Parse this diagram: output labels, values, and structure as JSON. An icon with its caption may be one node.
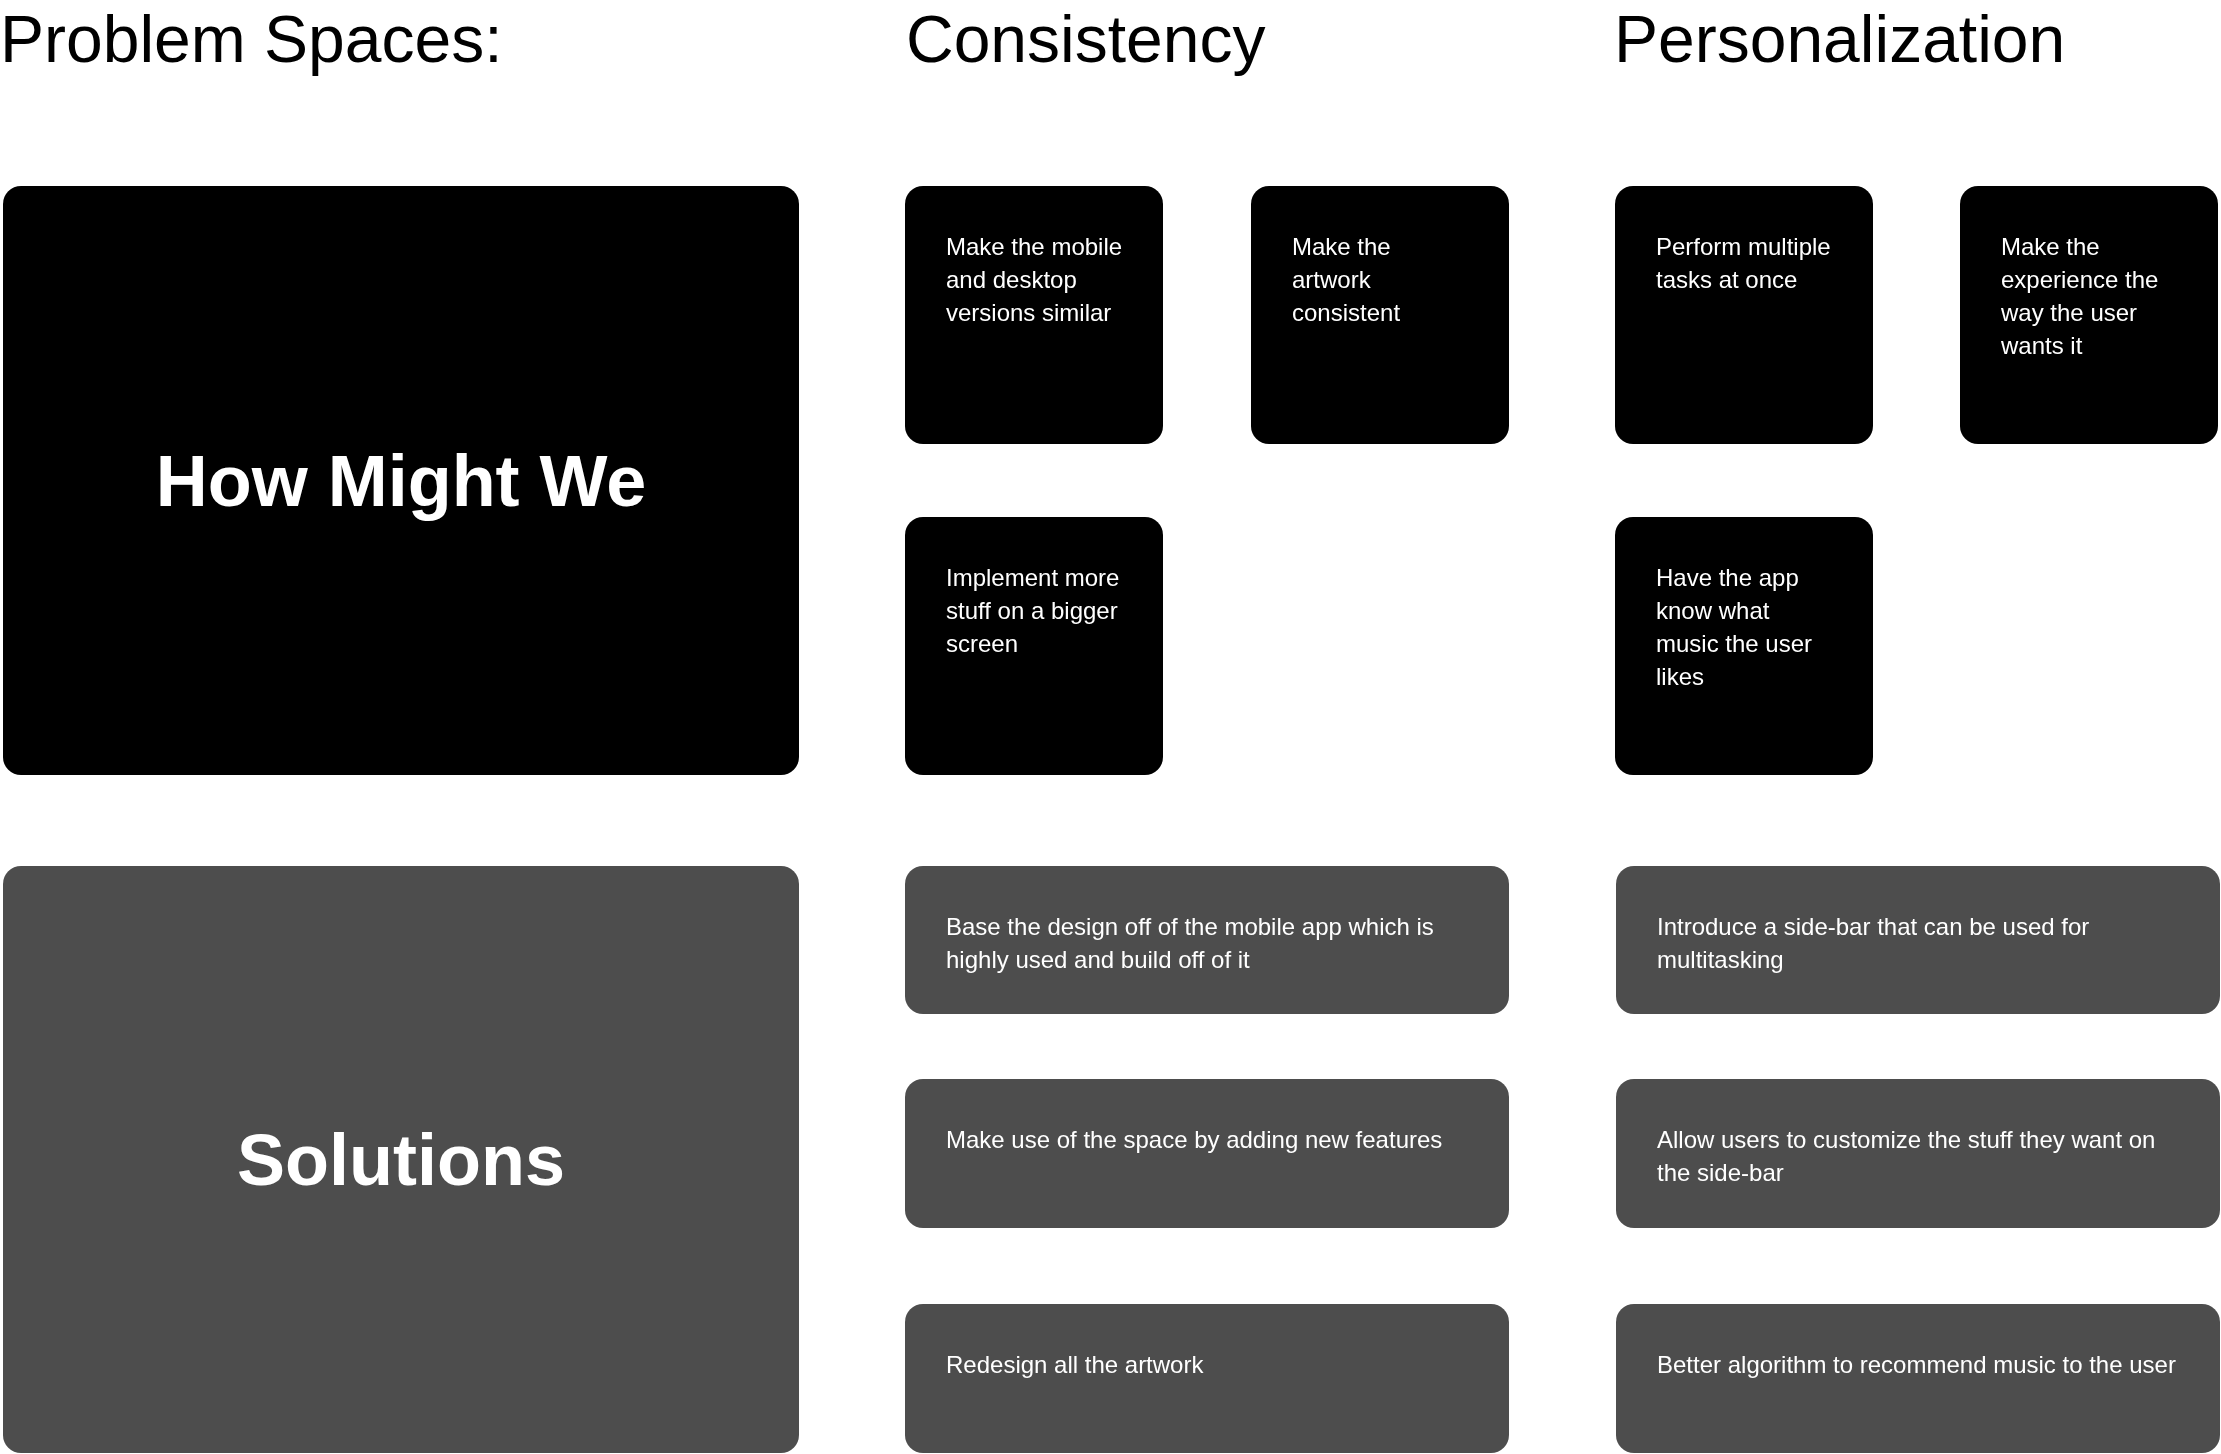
{
  "diagram": {
    "nodes": [
      {
        "text": [
          "How Might We"
        ]
      },
      {
        "text": [
          "Make the mobile and desktop versions similar"
        ]
      },
      {
        "text": [
          "Make the artwork consistent"
        ]
      },
      {
        "text": [
          "Perform multiple tasks at once"
        ]
      },
      {
        "text": [
          "Make the experience the way the user wants it"
        ]
      },
      {
        "text": [
          "Implement more stuff on a bigger screen"
        ]
      },
      {
        "text": [
          "Have the app know what music the user likes"
        ]
      },
      {
        "text": [
          "Solutions"
        ]
      },
      {
        "text": [
          "Base the design off of the mobile app which is highly used and build off of it"
        ]
      },
      {
        "text": [
          "Introduce a side-bar that can be used for multitasking"
        ]
      },
      {
        "text": [
          "Make use of the space by adding new features"
        ]
      },
      {
        "text": [
          "Allow users to customize the stuff they want on the side-bar"
        ]
      },
      {
        "text": [
          "Redesign all the artwork"
        ]
      },
      {
        "text": [
          "Better algorithm to recommend music to the user"
        ]
      }
    ],
    "labels": [
      "Problem Spaces:",
      "Consistency",
      "Personalization"
    ]
  }
}
